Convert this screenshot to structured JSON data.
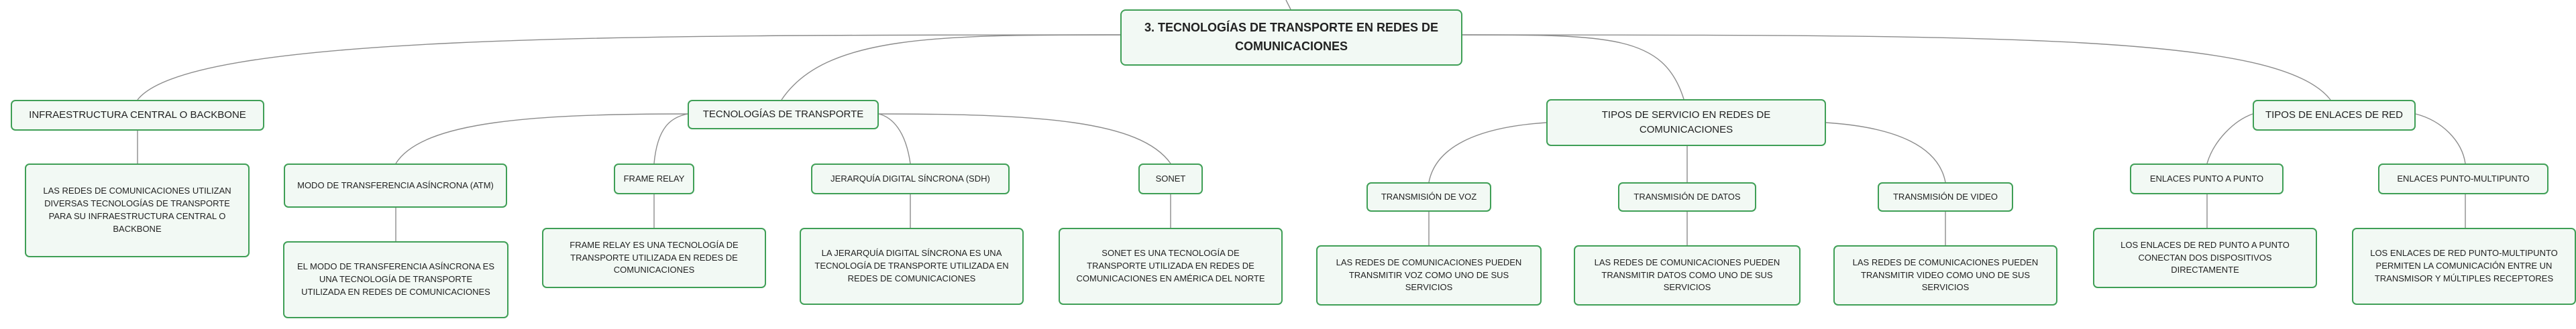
{
  "root": "3. Tecnologías de transporte en redes de comunicaciones",
  "branches": {
    "backbone": {
      "label": "Infraestructura central o backbone",
      "desc": "Las redes de comunicaciones utilizan diversas tecnologías de transporte para su infraestructura central o backbone"
    },
    "transport": {
      "label": "Tecnologías de transporte",
      "atm": {
        "label": "Modo de transferencia asíncrona (ATM)",
        "desc": "El modo de transferencia asíncrona es una tecnología de transporte utilizada en redes de comunicaciones"
      },
      "frame_relay": {
        "label": "Frame relay",
        "desc": "Frame relay es una tecnología de transporte utilizada en redes de comunicaciones"
      },
      "sdh": {
        "label": "Jerarquía digital síncrona (SDH)",
        "desc": "La jerarquía digital síncrona es una tecnología de transporte utilizada en redes de comunicaciones"
      },
      "sonet": {
        "label": "SONET",
        "desc": "SONET es una tecnología de transporte utilizada en redes de comunicaciones en América del Norte"
      }
    },
    "services": {
      "label": "Tipos de servicio en redes de comunicaciones",
      "voice": {
        "label": "Transmisión de voz",
        "desc": "Las redes de comunicaciones pueden transmitir voz como uno de sus servicios"
      },
      "data": {
        "label": "Transmisión de datos",
        "desc": "Las redes de comunicaciones pueden transmitir datos como uno de sus servicios"
      },
      "video": {
        "label": "Transmisión de video",
        "desc": "Las redes de comunicaciones pueden transmitir video como uno de sus servicios"
      }
    },
    "links": {
      "label": "Tipos de enlaces de red",
      "p2p": {
        "label": "Enlaces punto a punto",
        "desc": "Los enlaces de red punto a punto conectan dos dispositivos directamente"
      },
      "p2mp": {
        "label": "Enlaces punto-multipunto",
        "desc": "Los enlaces de red punto-multipunto permiten la comunicación entre un transmisor y múltiples receptores"
      }
    }
  }
}
